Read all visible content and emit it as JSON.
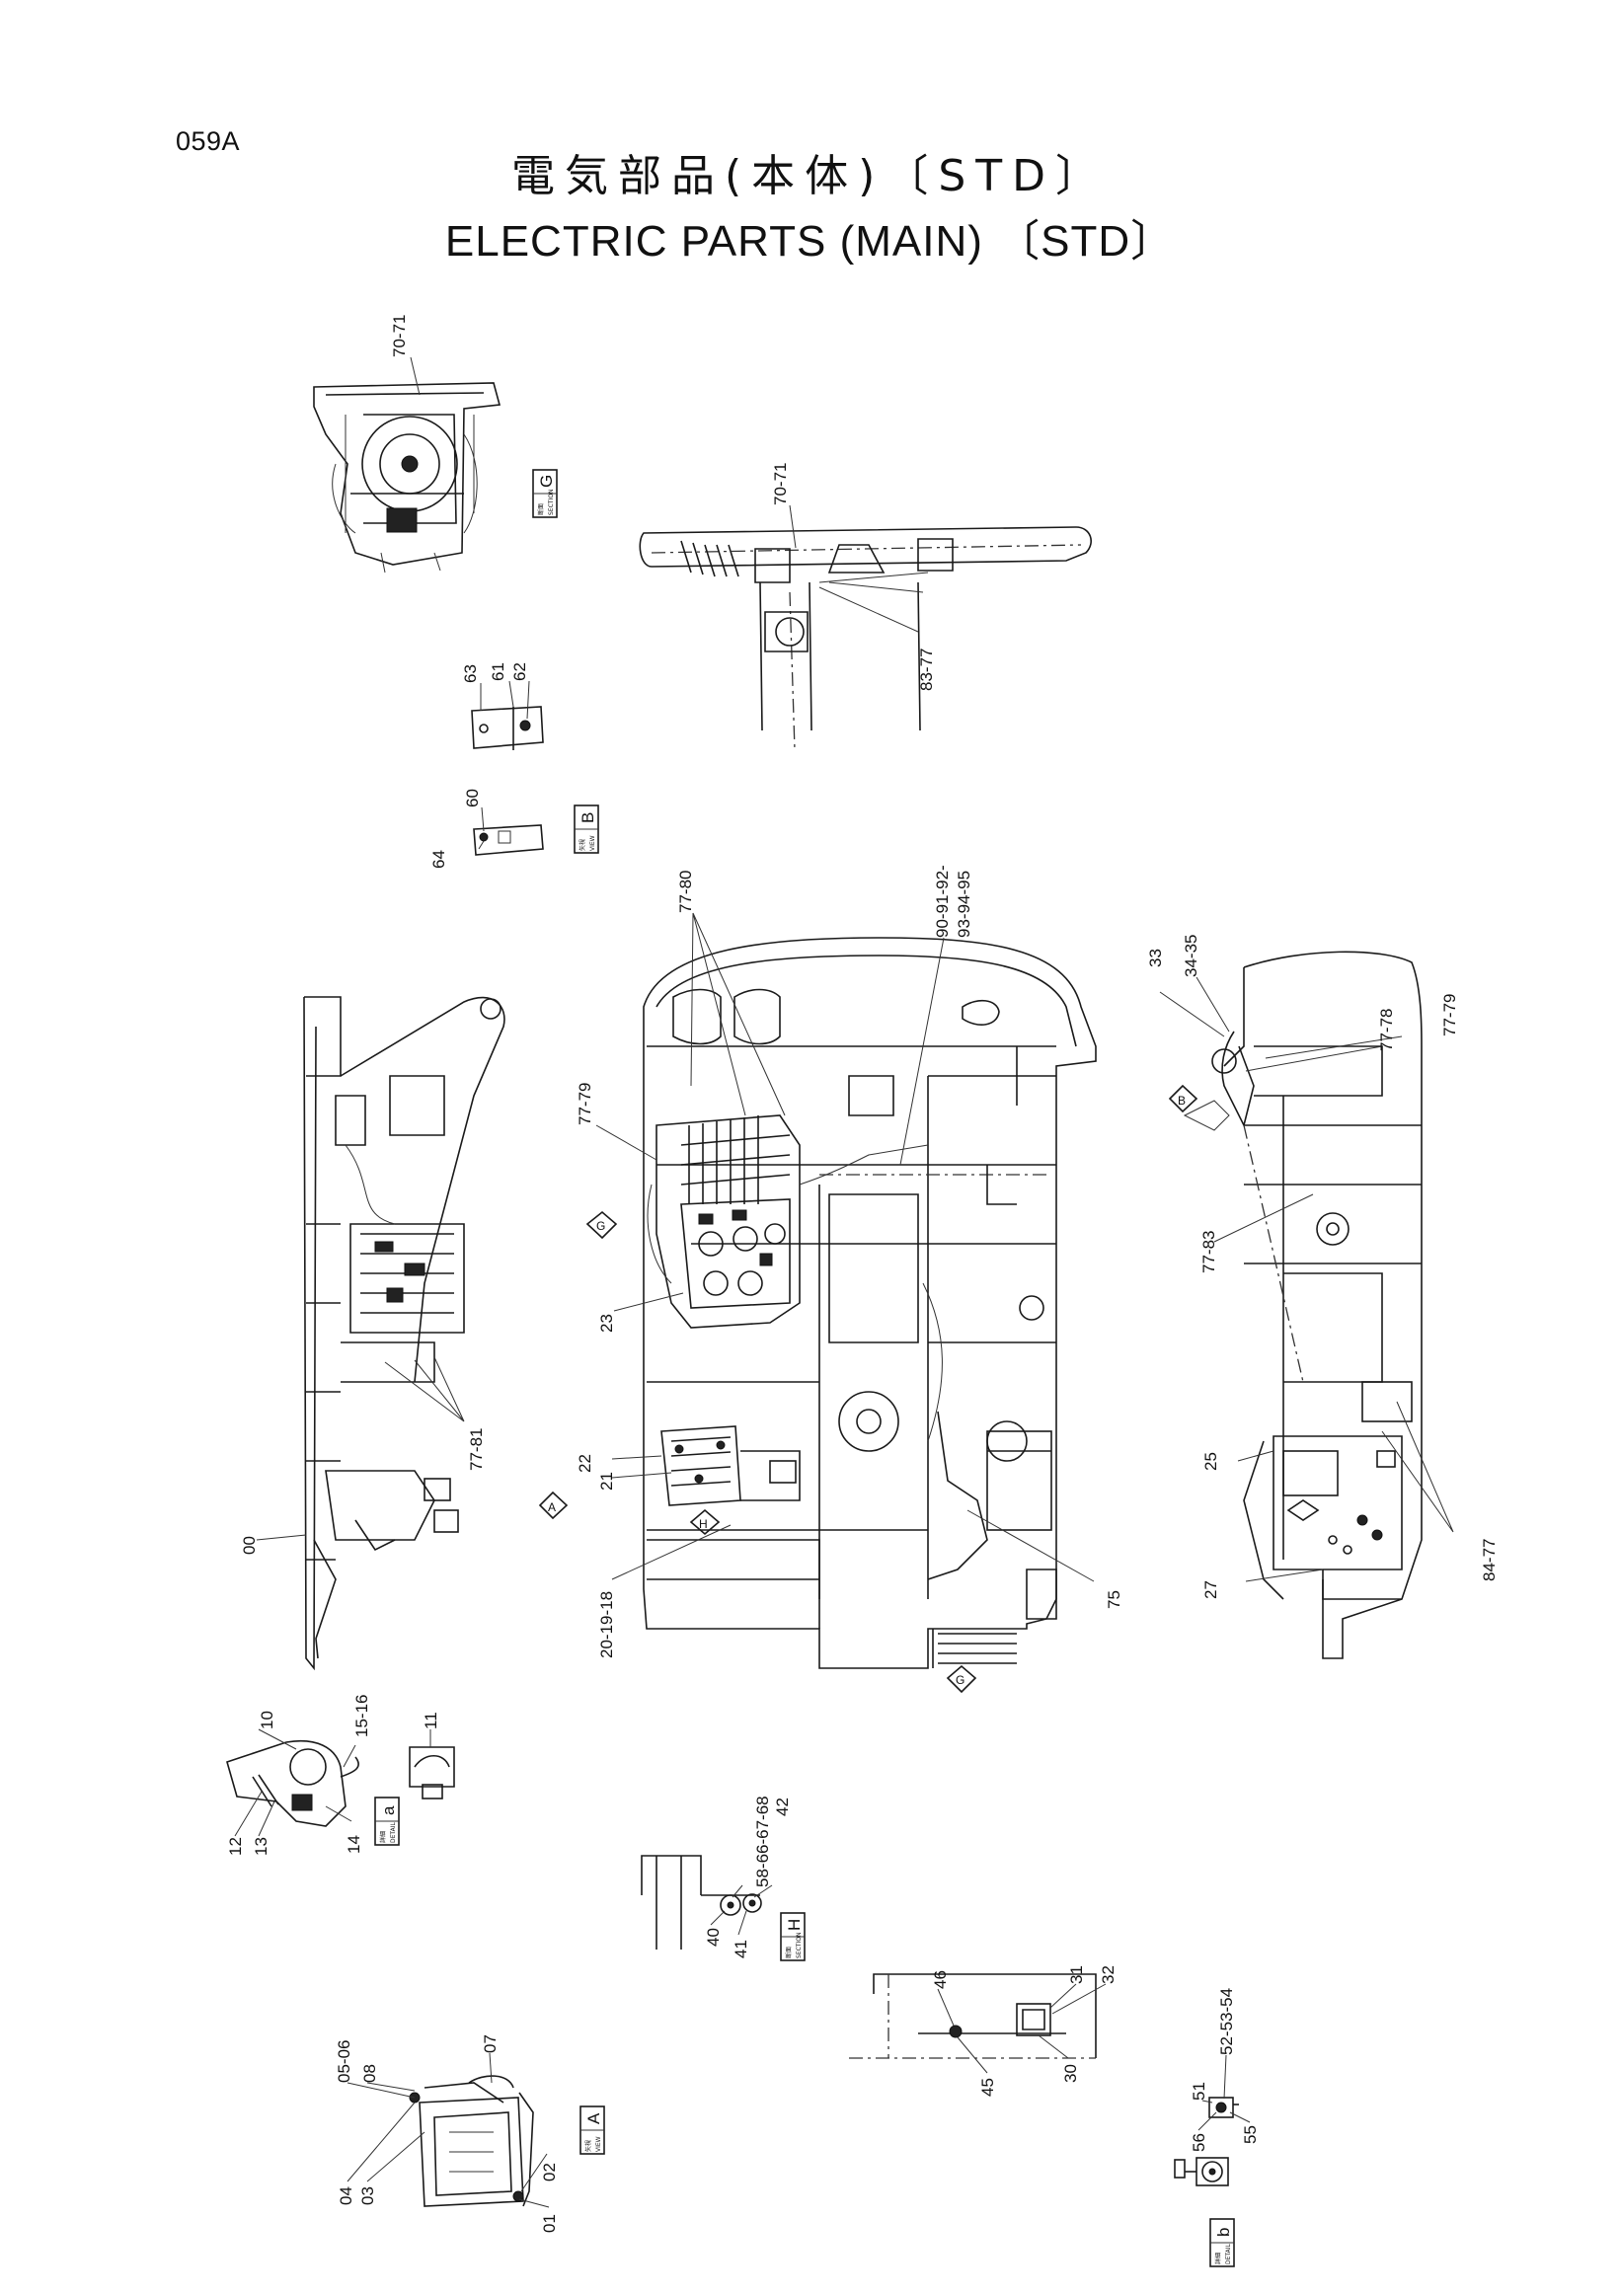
{
  "page": {
    "code": "059A",
    "title_jp": "電気部品(本体)〔STD〕",
    "title_en": "ELECTRIC   PARTS (MAIN) 〔STD〕"
  },
  "section_tags": [
    {
      "id": "sec-g",
      "kanji": "断面",
      "sub": "SECTION",
      "letter": "G"
    },
    {
      "id": "view-b",
      "kanji": "矢視",
      "sub": "VIEW",
      "letter": "B"
    },
    {
      "id": "detail-a",
      "kanji": "詳細",
      "sub": "DETAIL",
      "letter": "a"
    },
    {
      "id": "sec-h",
      "kanji": "断面",
      "sub": "SECTION",
      "letter": "H"
    },
    {
      "id": "view-a",
      "kanji": "矢視",
      "sub": "VIEW",
      "letter": "A"
    },
    {
      "id": "detail-b",
      "kanji": "詳細",
      "sub": "DETAIL",
      "letter": "b"
    }
  ],
  "view_markers": {
    "g1": "G",
    "g2": "G",
    "a": "A",
    "h": "H",
    "b": "B"
  },
  "part_labels": [
    "70-71",
    "70-71",
    "83-77",
    "63",
    "61",
    "62",
    "60",
    "64",
    "77-80",
    "90-91-92-",
    "93-94-95",
    "33",
    "34-35",
    "77-78",
    "77-79",
    "77-79",
    "23",
    "22",
    "21",
    "20-19-18",
    "75",
    "77-83",
    "25",
    "84-77",
    "27",
    "77-81",
    "00",
    "10",
    "15-16",
    "11",
    "12",
    "13",
    "14",
    "58-66-67-68",
    "42",
    "40",
    "41",
    "46",
    "31",
    "32",
    "30",
    "45",
    "52-53-54",
    "51",
    "56",
    "55",
    "05-06",
    "08",
    "07",
    "02",
    "04",
    "03",
    "01"
  ]
}
